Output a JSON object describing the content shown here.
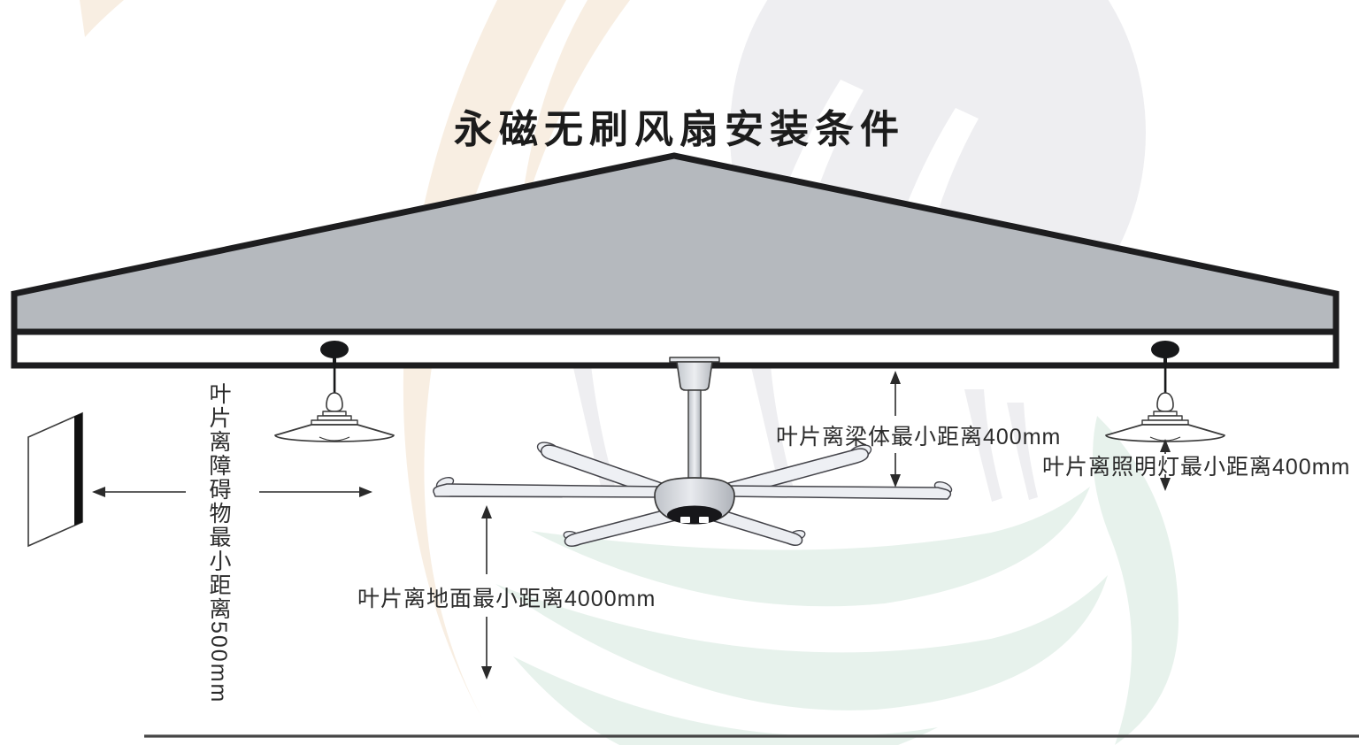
{
  "title": "永磁无刷风扇安装条件",
  "annotations": {
    "obstacle_clearance": "叶片离障碍物最小距离500mm",
    "beam_clearance": "叶片离梁体最小距离400mm",
    "light_clearance": "叶片离照明灯最小距离400mm",
    "floor_clearance": "叶片离地面最小距离4000mm"
  },
  "dimensions": {
    "blade_to_obstacle_mm": "500",
    "blade_to_beam_mm": "400",
    "blade_to_light_mm": "400",
    "blade_to_floor_mm": "4000"
  },
  "colors": {
    "ink": "#1d1d1f",
    "roof_fill": "#b5b9be",
    "line_color": "#2a2a2a",
    "watermark_cream": "#f8eee2",
    "watermark_gray": "#eeeef1",
    "watermark_green": "#e7f2ec"
  }
}
